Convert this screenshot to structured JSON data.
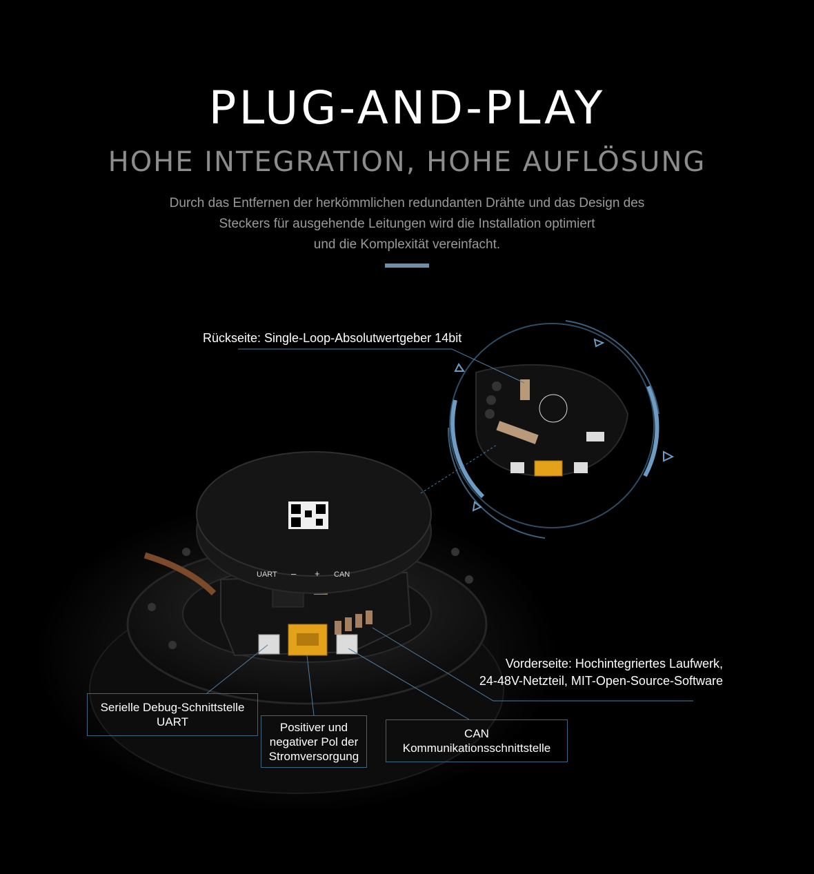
{
  "header": {
    "title": "PLUG-AND-PLAY",
    "subtitle": "HOHE INTEGRATION, HOHE AUFLÖSUNG",
    "description_lines": [
      "Durch das Entfernen der herkömmlichen redundanten Drähte und das Design des",
      "Steckers für ausgehende Leitungen wird die Installation optimiert",
      "und die Komplexität vereinfacht."
    ]
  },
  "callouts": {
    "back": "Rückseite: Single-Loop-Absolutwertgeber 14bit",
    "front_lines": [
      "Vorderseite: Hochintegriertes Laufwerk,",
      "24-48V-Netzteil, MIT-Open-Source-Software"
    ],
    "uart_lines": [
      "Serielle Debug-Schnittstelle",
      "UART"
    ],
    "power_lines": [
      "Positiver und",
      "negativer Pol der",
      "Stromversorgung"
    ],
    "can_lines": [
      "CAN",
      "Kommunikationsschnittstelle"
    ]
  },
  "board_silkscreen": {
    "uart": "UART",
    "minus": "–",
    "plus": "+",
    "can": "CAN"
  },
  "colors": {
    "accent": "#6d8fa8",
    "callout_border": "#3e6785",
    "subtitle": "#8c8c8c",
    "description": "#9a9a9a"
  }
}
